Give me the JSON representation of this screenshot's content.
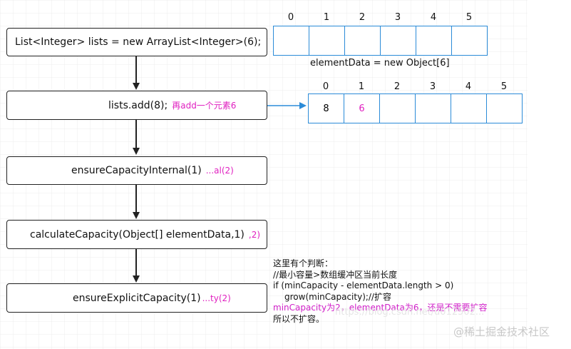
{
  "nodes": [
    {
      "text": "List<Integer> lists = new ArrayList<Integer>(6);",
      "note": ""
    },
    {
      "text": "lists.add(8);",
      "note": "再add一个元素6"
    },
    {
      "text": "ensureCapacityInternal(1)",
      "note": "...al(2)"
    },
    {
      "text": "calculateCapacity(Object[] elementData,1)",
      "note": ",2)"
    },
    {
      "text": "ensureExplicitCapacity(1)",
      "note": "...ty(2)"
    }
  ],
  "array_top": {
    "indices": [
      "0",
      "1",
      "2",
      "3",
      "4",
      "5"
    ],
    "cells": [
      "",
      "",
      "",
      "",
      "",
      ""
    ],
    "label": "elementData = new Object[6]"
  },
  "array_bottom": {
    "indices": [
      "0",
      "1",
      "2",
      "3",
      "4",
      "5"
    ],
    "cells": [
      "8",
      "6",
      "",
      "",
      "",
      ""
    ]
  },
  "note": {
    "lines": [
      "这里有个判断：",
      "//最小容量>数组缓冲区当前长度",
      "if (minCapacity - elementData.length > 0)",
      "    grow(minCapacity);//扩容",
      "minCapacity为2，elementData为6，还是不需要扩容",
      "所以不扩容。"
    ]
  },
  "watermark": {
    "text": "@稀土掘金技术社区",
    "faint": "https://blog.csdn.net/u012502..."
  },
  "colors": {
    "array_border": "#2b8bd8",
    "annotation": "#e020c0",
    "box_border": "#222222",
    "arrow": "#222222"
  }
}
